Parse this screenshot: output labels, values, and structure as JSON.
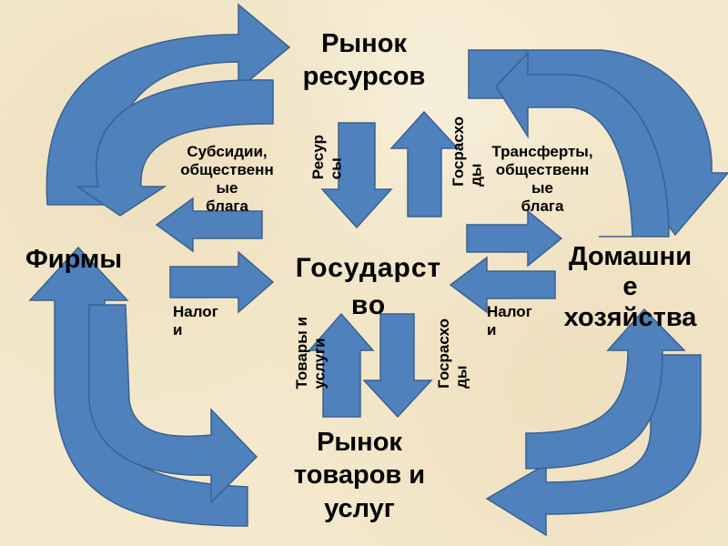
{
  "nodes": {
    "resource_market": "Рынок\nресурсов",
    "goods_market": "Рынок\nтоваров и\nуслуг",
    "firms": "Фирмы",
    "government": "Государст\nво",
    "households": "Домашни\nе\nхозяйства"
  },
  "flows": {
    "subsidies": "Субсидии,\nобщественн\nые\nблага",
    "transfers": "Трансферты,\nобщественн\nые\nблага",
    "taxes_firms": "Налог\nи",
    "taxes_households": "Налог\nи",
    "resources": "Ресур\nсы",
    "gov_spending_top": "Госрасхо\nды",
    "goods_services": "Товары и\nуслуги",
    "gov_spending_bottom": "Госрасхо\nды"
  },
  "colors": {
    "arrow_fill": "#4f81bd",
    "arrow_stroke": "#3a6291",
    "background": "#f4e9cd"
  }
}
